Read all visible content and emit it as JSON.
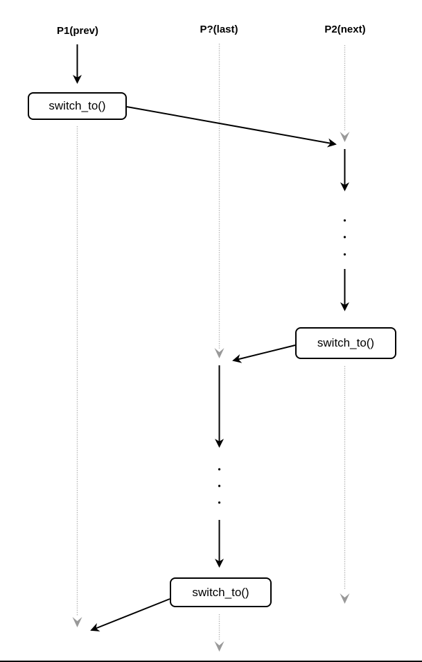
{
  "diagram": {
    "type": "sequence-diagram",
    "description": "Process context switch via switch_to() across three process lifelines",
    "columns": [
      {
        "id": "p1",
        "label": "P1(prev)"
      },
      {
        "id": "plast",
        "label": "P?(last)"
      },
      {
        "id": "p2",
        "label": "P2(next)"
      }
    ],
    "boxes": [
      {
        "id": "switch-box-1",
        "label": "switch_to()"
      },
      {
        "id": "switch-box-2",
        "label": "switch_to()"
      },
      {
        "id": "switch-box-3",
        "label": "switch_to()"
      }
    ],
    "icons": [
      "down-arrow-icon",
      "lifeline-chevron-icon"
    ],
    "colors": {
      "background": "#ffffff",
      "line": "#000000",
      "lifeline": "#b3b3b3",
      "lifeline_arrow": "#999999",
      "box_border": "#000000",
      "box_fill": "#ffffff"
    }
  }
}
